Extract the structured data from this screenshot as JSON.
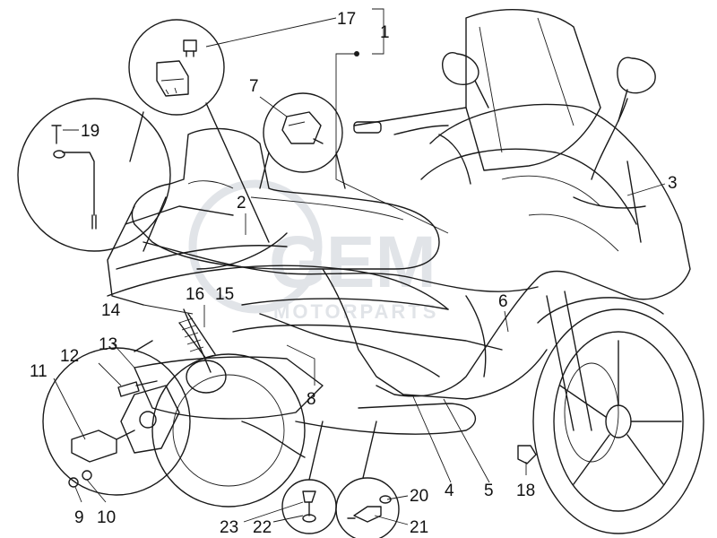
{
  "watermark": {
    "brand": "GEM",
    "tagline": "MOTORPARTS",
    "color": "#c9ced6"
  },
  "line_color": "#1a1a1a",
  "callouts": {
    "c1": "1",
    "c2": "2",
    "c3": "3",
    "c4": "4",
    "c5": "5",
    "c6": "6",
    "c7": "7",
    "c8": "8",
    "c9": "9",
    "c10": "10",
    "c11": "11",
    "c12": "12",
    "c13": "13",
    "c14": "14",
    "c15": "15",
    "c16": "16",
    "c17": "17",
    "c18": "18",
    "c19": "19",
    "c20": "20",
    "c21": "21",
    "c22": "22",
    "c23": "23"
  },
  "icons": [
    "fuse-icon",
    "relay-icon",
    "clip-icon",
    "bolt-icon",
    "washer-icon",
    "ground-strap-icon"
  ]
}
